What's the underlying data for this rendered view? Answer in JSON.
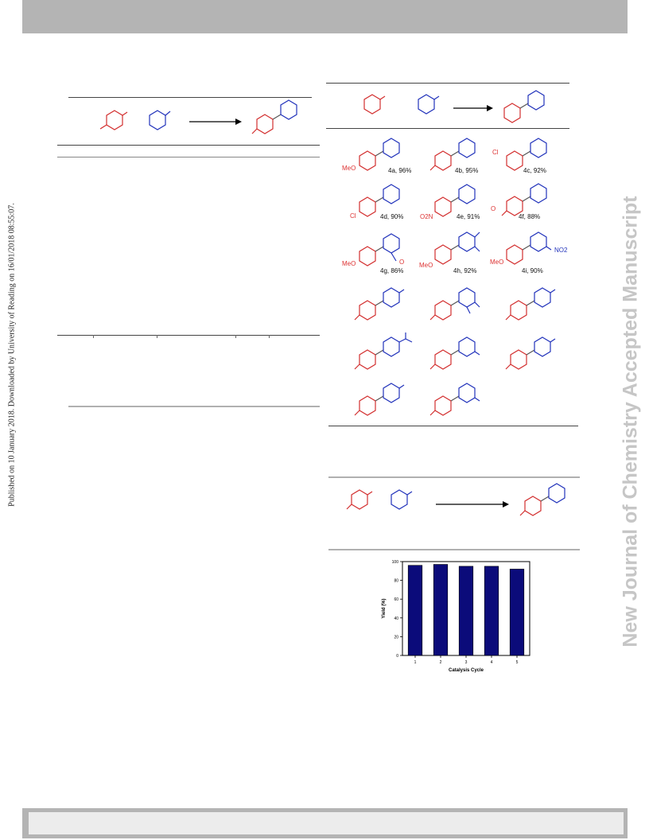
{
  "sidebar_left": "Published on 10 January 2018. Downloaded by University of Reading on 16/01/2018 08:55:07.",
  "watermark": "New Journal of Chemistry Accepted Manuscript",
  "scope_products": [
    {
      "substituent": "MeO",
      "yield_label": "4a, 96%"
    },
    {
      "yield_label": "4b, 95%"
    },
    {
      "substituent": "Cl",
      "yield_label": "4c, 92%"
    },
    {
      "substituent": "Cl",
      "yield_label": "4d, 90%"
    },
    {
      "substituent": "O2N",
      "yield_label": "4e, 91%"
    },
    {
      "substituent": "O",
      "yield_label": "4f, 88%"
    },
    {
      "substituent": "MeO",
      "extra": "O",
      "yield_label": "4g, 86%"
    },
    {
      "substituent": "MeO",
      "yield_label": "4h, 92%"
    },
    {
      "substituent": "MeO",
      "extra": "NO2",
      "yield_label": "4i, 90%"
    }
  ],
  "chart_data": {
    "type": "bar",
    "categories": [
      "1",
      "2",
      "3",
      "4",
      "5"
    ],
    "values": [
      96,
      97,
      95,
      95,
      92
    ],
    "xlabel": "Catalysis Cycle",
    "ylabel": "Yield (%)",
    "ylim": [
      0,
      100
    ],
    "yticks": [
      0,
      20,
      40,
      60,
      80,
      100
    ],
    "bar_color": "#0b0b7a"
  },
  "colors": {
    "aryl_a": "#d32f2f",
    "aryl_b": "#2233bb",
    "header_bar": "#b4b4b4",
    "watermark": "#c6c6c6"
  }
}
